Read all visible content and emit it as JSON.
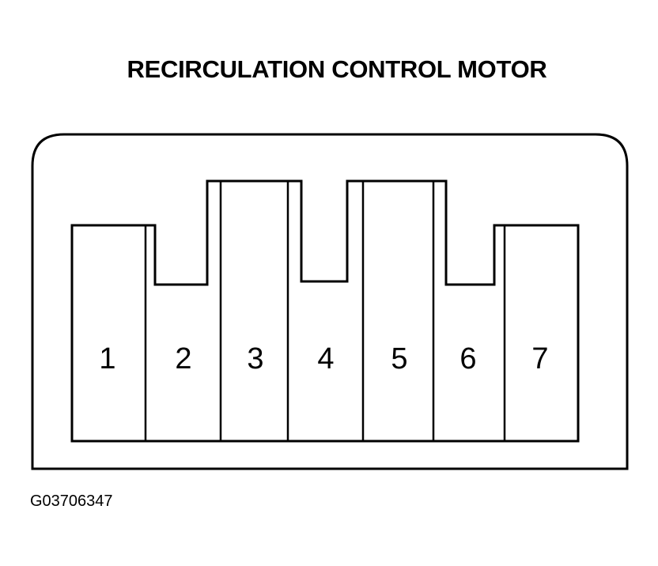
{
  "title": "RECIRCULATION CONTROL MOTOR",
  "figure_id": "G03706347",
  "connector": {
    "pins": [
      "1",
      "2",
      "3",
      "4",
      "5",
      "6",
      "7"
    ]
  },
  "colors": {
    "line": "#000000",
    "background": "#ffffff"
  }
}
